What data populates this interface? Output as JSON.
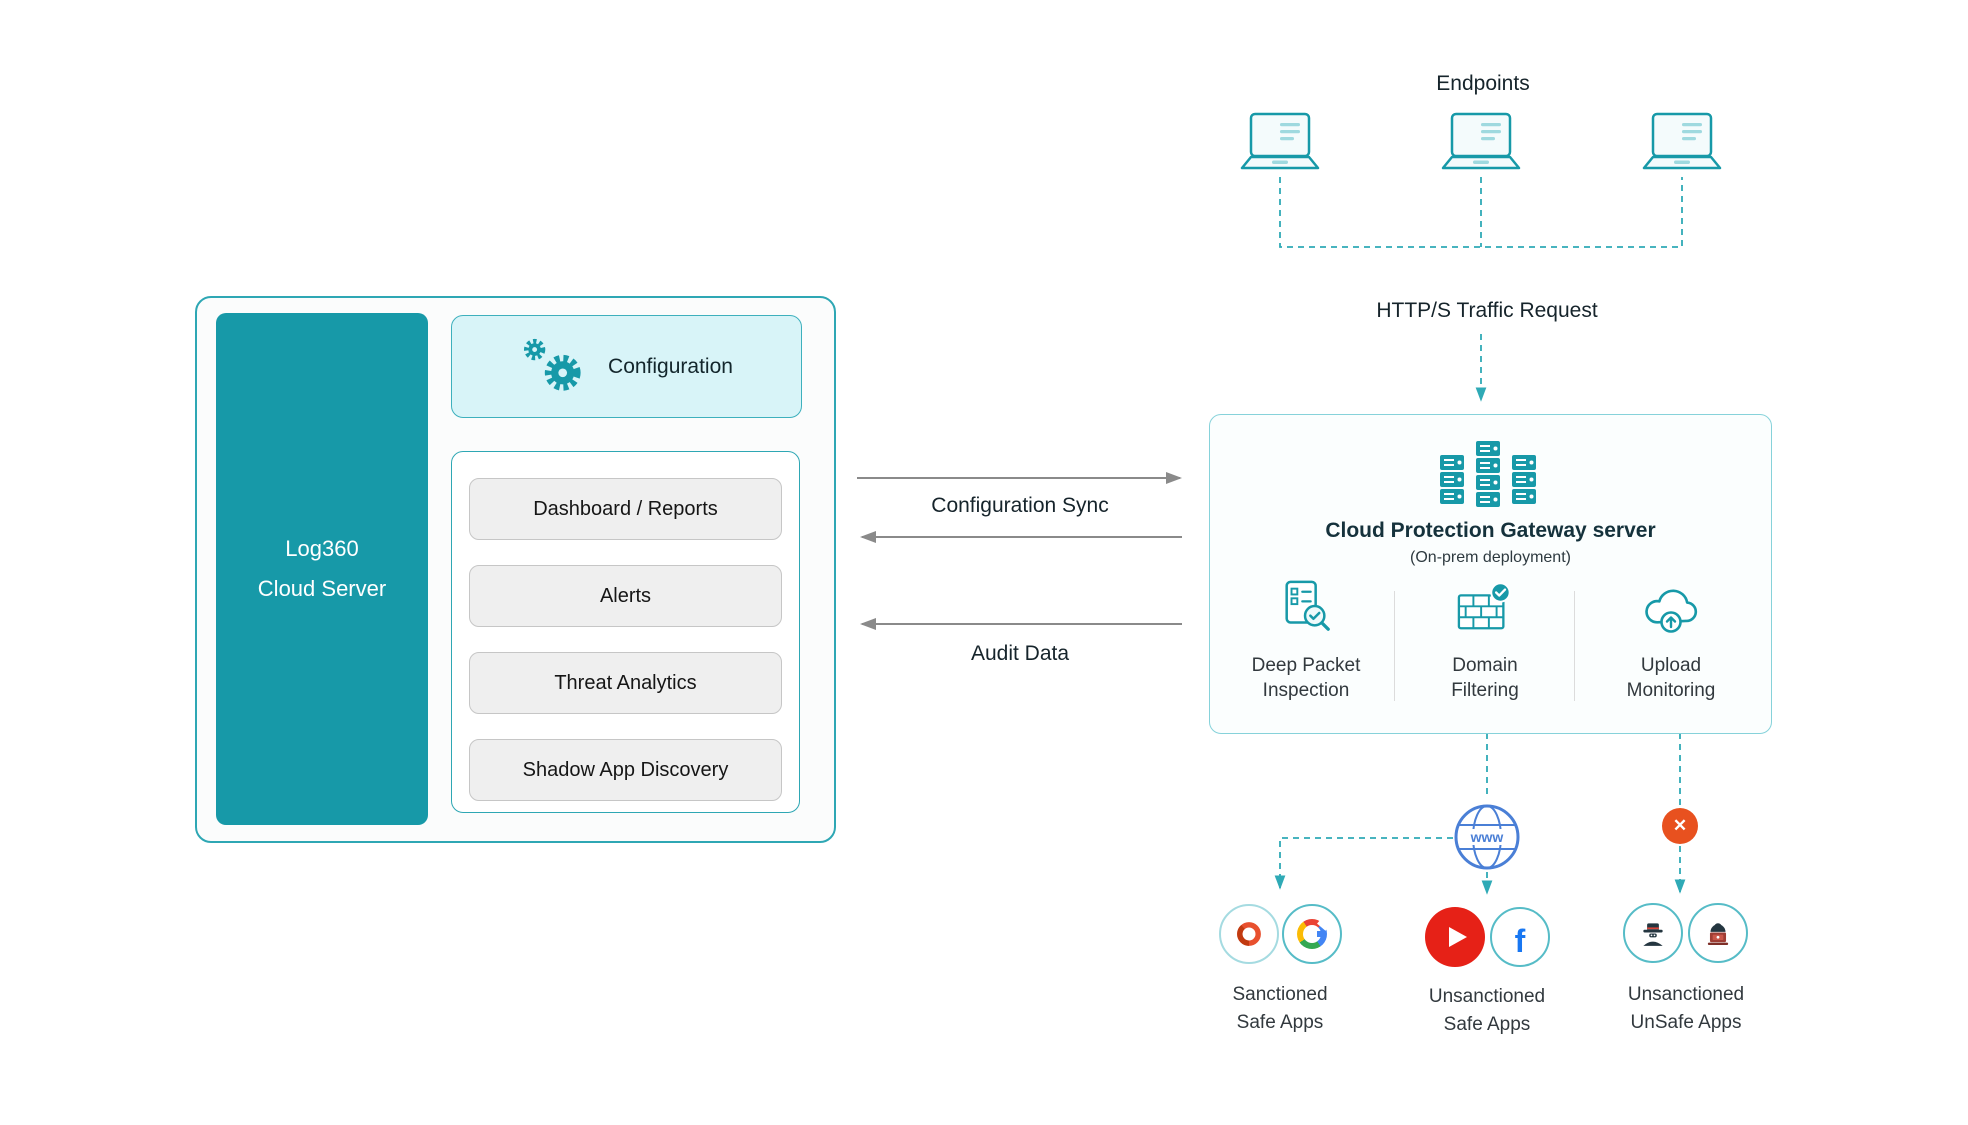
{
  "left": {
    "server": {
      "line1": "Log360",
      "line2": "Cloud Server"
    },
    "configuration": {
      "label": "Configuration"
    },
    "modules": [
      {
        "label": "Dashboard / Reports"
      },
      {
        "label": "Alerts"
      },
      {
        "label": "Threat Analytics"
      },
      {
        "label": "Shadow App Discovery"
      }
    ]
  },
  "flows": {
    "configuration_sync": "Configuration Sync",
    "audit_data": "Audit Data"
  },
  "endpoints": {
    "label": "Endpoints",
    "traffic_label": "HTTP/S Traffic Request"
  },
  "gateway": {
    "title": "Cloud Protection Gateway server",
    "subtitle": "(On-prem deployment)",
    "features": [
      {
        "line1": "Deep Packet",
        "line2": "Inspection"
      },
      {
        "line1": "Domain",
        "line2": "Filtering"
      },
      {
        "line1": "Upload",
        "line2": "Monitoring"
      }
    ]
  },
  "web": {
    "globe_label": "www"
  },
  "apps": [
    {
      "line1": "Sanctioned",
      "line2": "Safe Apps"
    },
    {
      "line1": "Unsanctioned",
      "line2": "Safe Apps"
    },
    {
      "line1": "Unsanctioned",
      "line2": "UnSafe Apps"
    }
  ],
  "icons": {
    "block_x": "✕"
  },
  "colors": {
    "teal": "#1799A8",
    "teal_light_bg": "#D8F4F8",
    "dashed_teal": "#2FAAB6",
    "arrow_grey": "#8A8A8A",
    "block_orange": "#E8511F",
    "globe_blue": "#4A7FD6",
    "youtube_red": "#E62117",
    "facebook_blue": "#1877F2",
    "google_blue": "#4285F4",
    "office_orange": "#E8502E"
  }
}
